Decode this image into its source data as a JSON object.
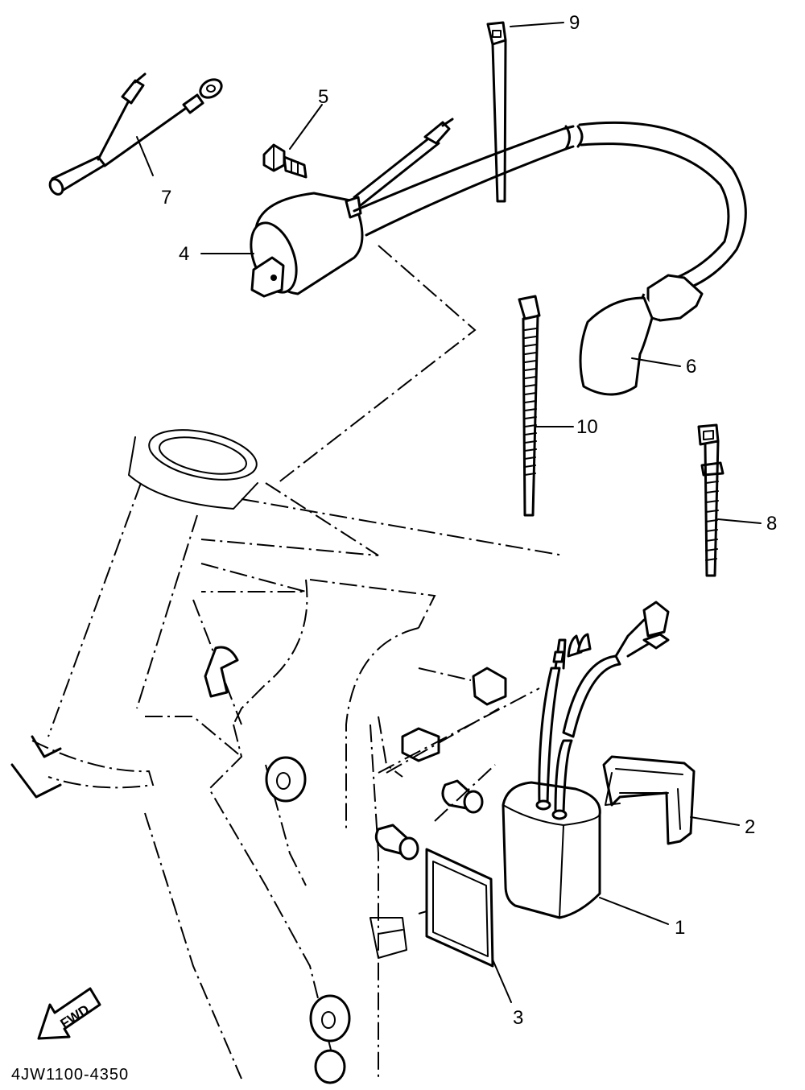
{
  "diagram": {
    "drawing_code": "4JW1100-4350",
    "forward_arrow": "FWD",
    "callouts": [
      {
        "id": "1",
        "label": "1"
      },
      {
        "id": "2",
        "label": "2"
      },
      {
        "id": "3",
        "label": "3"
      },
      {
        "id": "4",
        "label": "4"
      },
      {
        "id": "5",
        "label": "5"
      },
      {
        "id": "6",
        "label": "6"
      },
      {
        "id": "7",
        "label": "7"
      },
      {
        "id": "8",
        "label": "8"
      },
      {
        "id": "9",
        "label": "9"
      },
      {
        "id": "10",
        "label": "10"
      }
    ]
  }
}
